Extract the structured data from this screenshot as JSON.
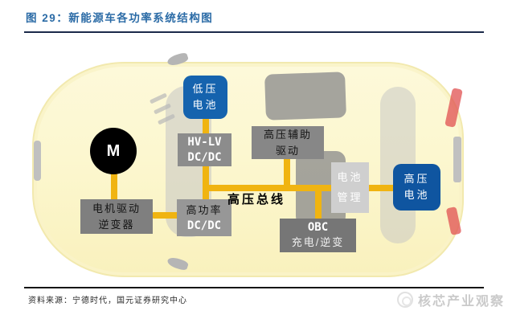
{
  "header": {
    "title": "图 29：新能源车各功率系统结构图"
  },
  "diagram": {
    "motor_label": "M",
    "bus_label": "高压总线",
    "nodes": {
      "lv_battery": {
        "line1": "低压",
        "line2": "电池"
      },
      "hvlv_dcdc": {
        "line1": "HV-LV",
        "line2": "DC/DC"
      },
      "hv_aux_drive": {
        "line1": "高压辅助",
        "line2": "驱动"
      },
      "battery_mgmt": {
        "line1": "电池",
        "line2": "管理"
      },
      "hv_battery": {
        "line1": "高压",
        "line2": "电池"
      },
      "motor_inverter": {
        "line1": "电机驱动",
        "line2": "逆变器"
      },
      "hp_dcdc": {
        "line1": "高功率",
        "line2": "DC/DC"
      },
      "obc": {
        "line1": "OBC",
        "line2": "充电/逆变"
      }
    }
  },
  "footer": {
    "source": "资料来源：宁德时代，国元证券研究中心",
    "watermark": "核芯产业观察"
  },
  "colors": {
    "title_blue": "#2b6ba6",
    "rule_navy": "#1b2a4a",
    "wire_yellow": "#f0b411",
    "car_body_yellow": "#fcf7cf",
    "box_gray": "#828282",
    "bms_gray": "#cfcfcf",
    "lv_battery_blue": "#1563ae",
    "hv_battery_blue": "#0f55a0",
    "watermark_gray": "#cacaca"
  }
}
